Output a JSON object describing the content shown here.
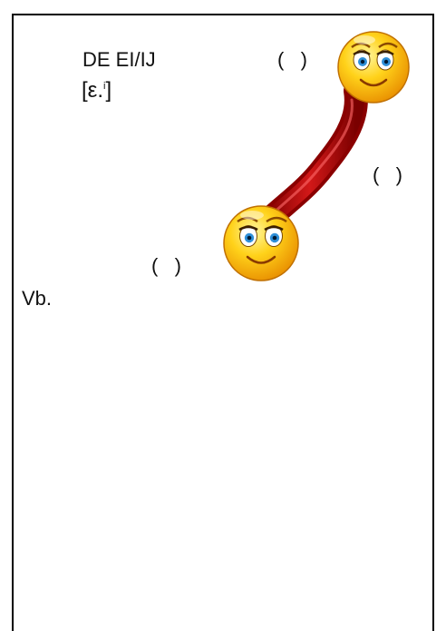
{
  "slide": {
    "title": "DE EI/IJ",
    "phonetic_open": "[ε.",
    "phonetic_sup": "i",
    "phonetic_close": "]",
    "paren_top": "(   )",
    "paren_middle": "(   )",
    "paren_bottom": "(   )",
    "label": "Vb."
  },
  "icons": {
    "smiley_top": "smiley-face-icon",
    "smiley_bottom": "smiley-face-icon",
    "rope": "red-rope-icon"
  },
  "colors": {
    "border": "#000000",
    "rope": "#b01010",
    "face": "#ffd21a"
  }
}
